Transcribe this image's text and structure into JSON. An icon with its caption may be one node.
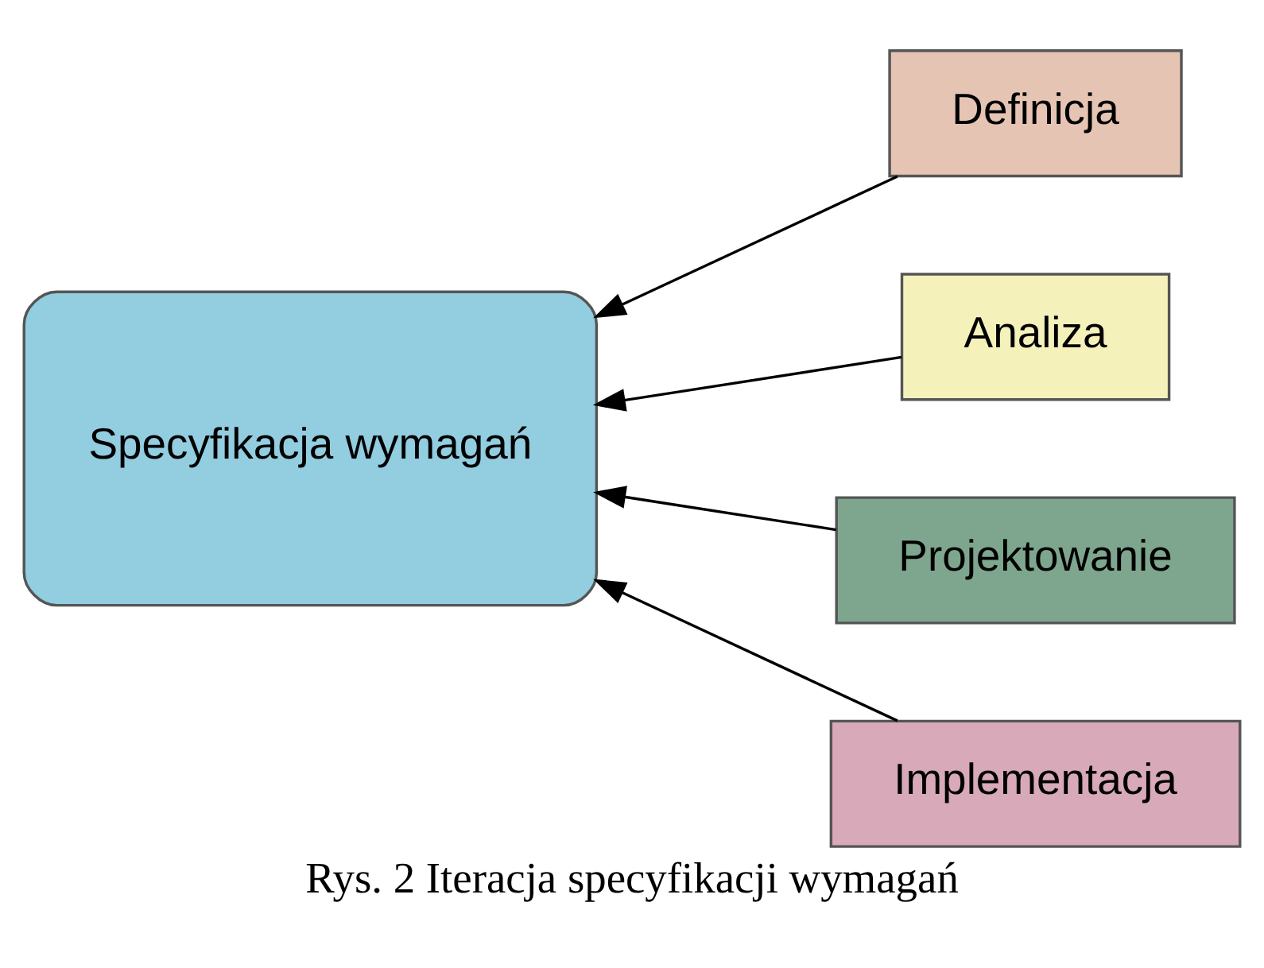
{
  "diagram": {
    "caption": "Rys. 2 Iteracja specyfikacji wymagań",
    "nodes": [
      {
        "text": [
          "Definicja"
        ]
      },
      {
        "text": [
          "Analiza"
        ]
      },
      {
        "text": [
          "Projektowanie"
        ]
      },
      {
        "text": [
          "Implementacja"
        ]
      },
      {
        "text": [
          "Specyfikacja wymagań"
        ]
      }
    ],
    "edges": [
      {
        "from": 0,
        "to": 4,
        "arrow": "to"
      },
      {
        "from": 1,
        "to": 4,
        "arrow": "to"
      },
      {
        "from": 2,
        "to": 4,
        "arrow": "to"
      },
      {
        "from": 3,
        "to": 4,
        "arrow": "to"
      }
    ]
  }
}
